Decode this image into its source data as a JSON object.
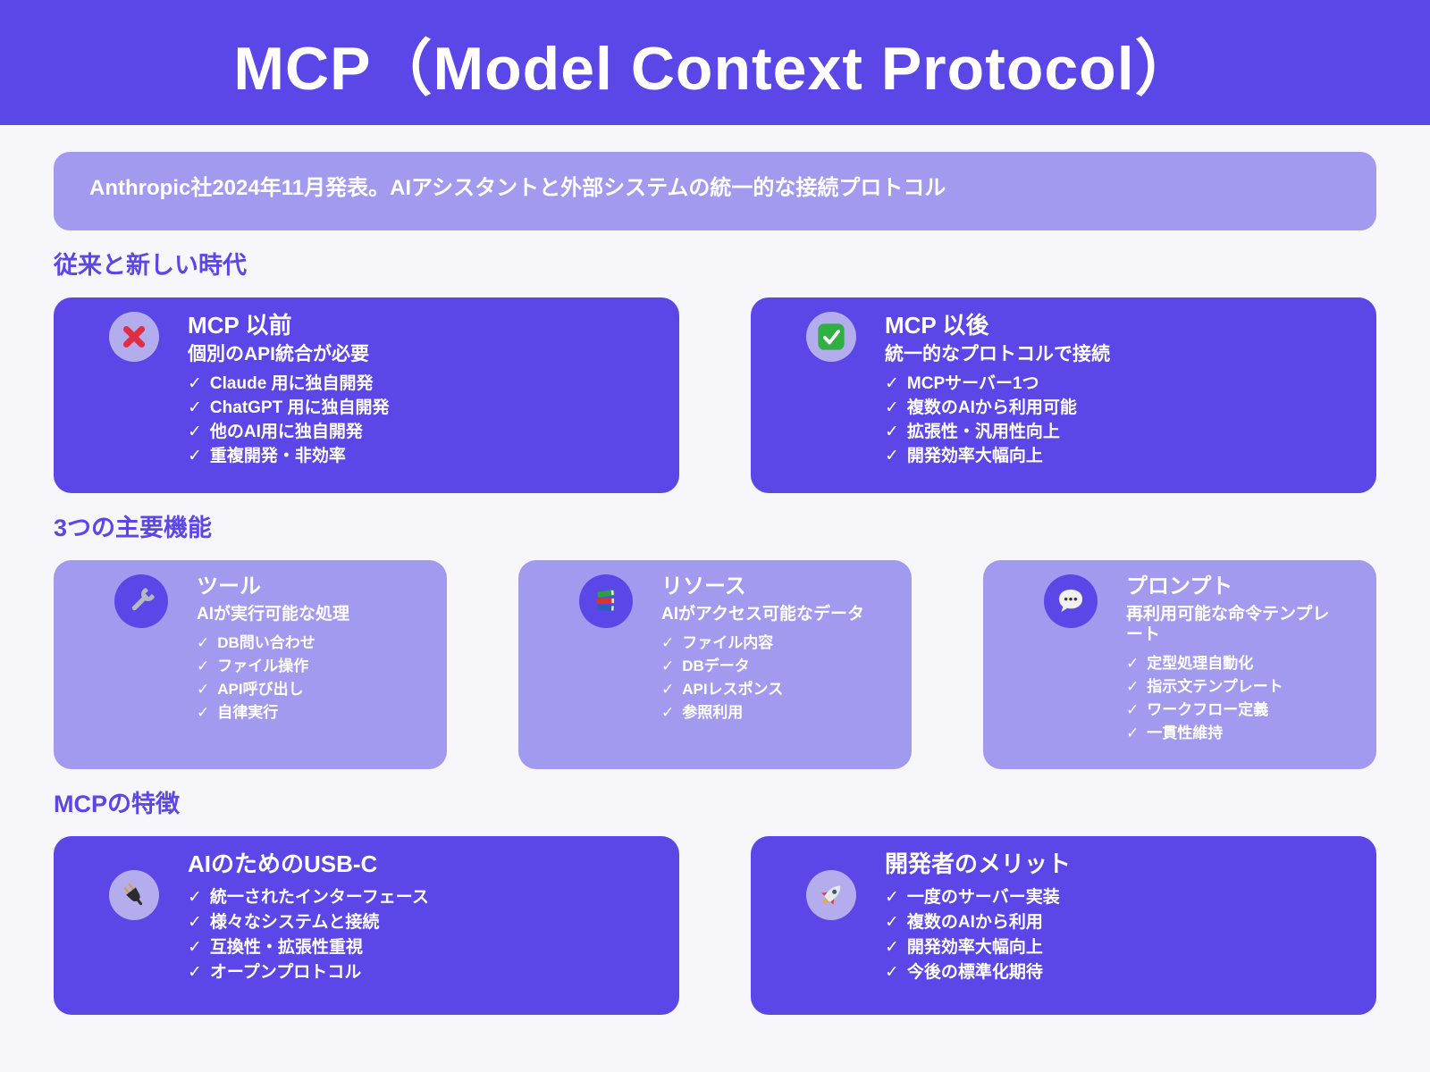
{
  "header": {
    "title": "MCP（Model Context Protocol）"
  },
  "intro": {
    "text": "Anthropic社2024年11月発表。AIアシスタントと外部システムの統一的な接続プロトコル"
  },
  "glyphs": {
    "check": "✓"
  },
  "colors": {
    "primary_purple": "#5B46E8",
    "lavender": "#A29AEF",
    "icon_circle_lavender": "#B3ADEE",
    "background": "#F7F7FB",
    "text_white": "#FFFFFF",
    "cross_red": "#DD2E44",
    "check_green": "#30B043"
  },
  "sections": [
    {
      "heading": "従来と新しい時代",
      "cards": [
        {
          "icon": "cross-mark-icon",
          "title": "MCP 以前",
          "subtitle": "個別のAPI統合が必要",
          "items": [
            "Claude 用に独自開発",
            "ChatGPT 用に独自開発",
            "他のAI用に独自開発",
            "重複開発・非効率"
          ]
        },
        {
          "icon": "check-mark-icon",
          "title": "MCP 以後",
          "subtitle": "統一的なプロトコルで接続",
          "items": [
            "MCPサーバー1つ",
            "複数のAIから利用可能",
            "拡張性・汎用性向上",
            "開発効率大幅向上"
          ]
        }
      ]
    },
    {
      "heading": "3つの主要機能",
      "cards": [
        {
          "icon": "wrench-icon",
          "title": "ツール",
          "subtitle": "AIが実行可能な処理",
          "items": [
            "DB問い合わせ",
            "ファイル操作",
            "API呼び出し",
            "自律実行"
          ]
        },
        {
          "icon": "books-icon",
          "title": "リソース",
          "subtitle": "AIがアクセス可能なデータ",
          "items": [
            "ファイル内容",
            "DBデータ",
            "APIレスポンス",
            "参照利用"
          ]
        },
        {
          "icon": "speech-balloon-icon",
          "title": "プロンプト",
          "subtitle": "再利用可能な命令テンプレート",
          "items": [
            "定型処理自動化",
            "指示文テンプレート",
            "ワークフロー定義",
            "一貫性維持"
          ]
        }
      ]
    },
    {
      "heading": "MCPの特徴",
      "cards": [
        {
          "icon": "plug-icon",
          "title": "AIのためのUSB-C",
          "items": [
            "統一されたインターフェース",
            "様々なシステムと接続",
            "互換性・拡張性重視",
            "オープンプロトコル"
          ]
        },
        {
          "icon": "rocket-icon",
          "title": "開発者のメリット",
          "items": [
            "一度のサーバー実装",
            "複数のAIから利用",
            "開発効率大幅向上",
            "今後の標準化期待"
          ]
        }
      ]
    }
  ]
}
